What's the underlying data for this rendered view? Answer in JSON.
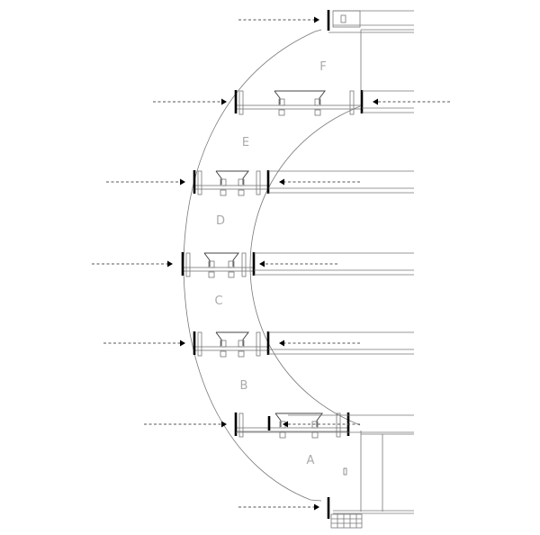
{
  "diagram": {
    "segment_labels": [
      "A",
      "B",
      "C",
      "D",
      "E",
      "F"
    ],
    "line_color": "#777777",
    "plate_color": "#000000"
  }
}
